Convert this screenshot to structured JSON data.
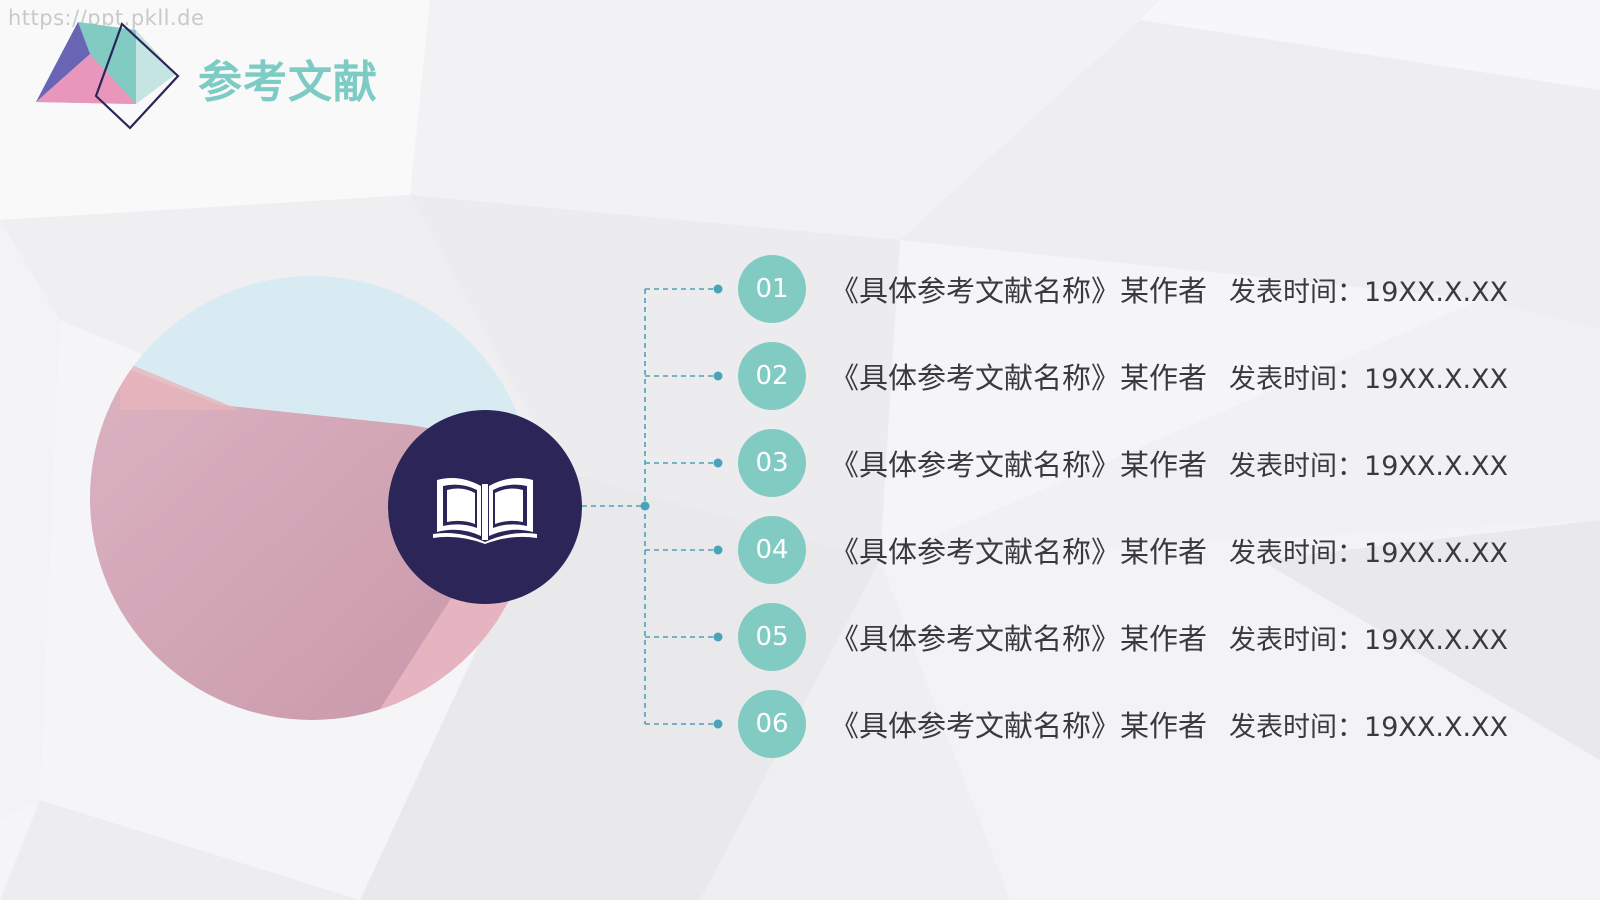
{
  "watermark": "https://ppt.pkll.de",
  "header": {
    "title": "参考文献",
    "logo_icon": "cube-logo-icon"
  },
  "hero": {
    "icon": "open-book-icon",
    "colors": {
      "circle_dark": "#2b2558",
      "pink": "#d4a2b1",
      "light_blue": "#d9ebf2",
      "teal": "#82cbc3"
    }
  },
  "references": [
    {
      "number": "01",
      "title": "《具体参考文献名称》某作者",
      "date": "发表时间：19XX.X.XX"
    },
    {
      "number": "02",
      "title": "《具体参考文献名称》某作者",
      "date": "发表时间：19XX.X.XX"
    },
    {
      "number": "03",
      "title": "《具体参考文献名称》某作者",
      "date": "发表时间：19XX.X.XX"
    },
    {
      "number": "04",
      "title": "《具体参考文献名称》某作者",
      "date": "发表时间：19XX.X.XX"
    },
    {
      "number": "05",
      "title": "《具体参考文献名称》某作者",
      "date": "发表时间：19XX.X.XX"
    },
    {
      "number": "06",
      "title": "《具体参考文献名称》某作者",
      "date": "发表时间：19XX.X.XX"
    }
  ]
}
